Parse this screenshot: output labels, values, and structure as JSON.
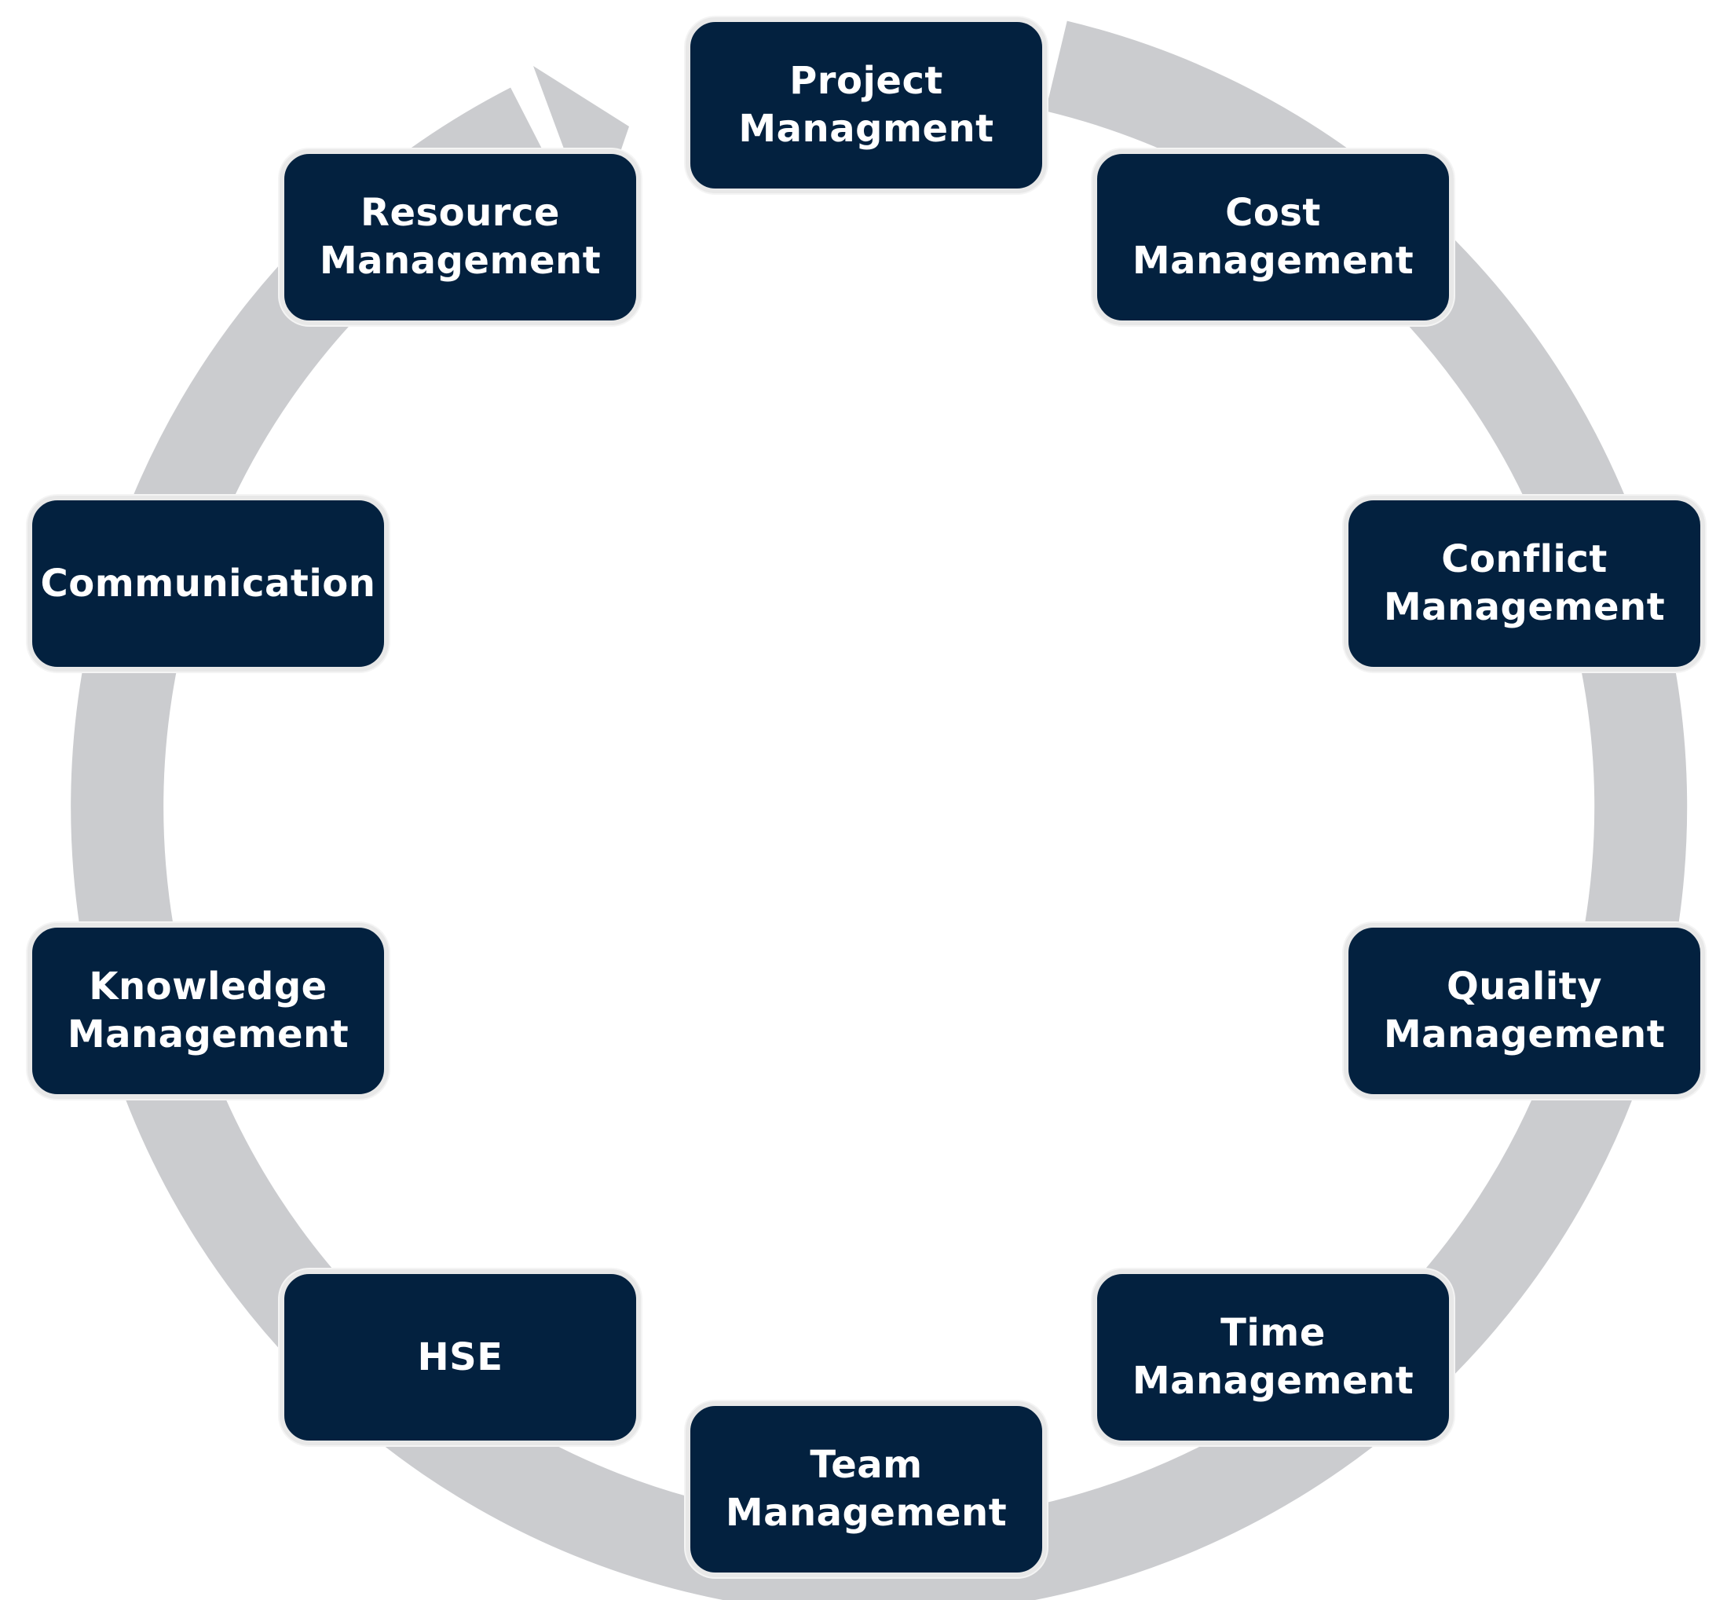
{
  "colors": {
    "node_fill": "#03213f",
    "node_border": "#e8e8e8",
    "node_text": "#ffffff",
    "cycle_arrow": "#cbcccf",
    "background": "#ffffff"
  },
  "cycle": {
    "direction": "clockwise",
    "nodes": [
      {
        "id": "project-managment",
        "line1": "Project",
        "line2": "Managment"
      },
      {
        "id": "cost-management",
        "line1": "Cost",
        "line2": "Management"
      },
      {
        "id": "conflict-management",
        "line1": "Conflict",
        "line2": "Management"
      },
      {
        "id": "quality-management",
        "line1": "Quality",
        "line2": "Management"
      },
      {
        "id": "time-management",
        "line1": "Time",
        "line2": "Management"
      },
      {
        "id": "team-management",
        "line1": "Team",
        "line2": "Management"
      },
      {
        "id": "hse",
        "line1": "HSE",
        "line2": ""
      },
      {
        "id": "knowledge-management",
        "line1": "Knowledge",
        "line2": "Management"
      },
      {
        "id": "communication",
        "line1": "Communication",
        "line2": ""
      },
      {
        "id": "resource-management",
        "line1": "Resource",
        "line2": "Management"
      }
    ]
  }
}
